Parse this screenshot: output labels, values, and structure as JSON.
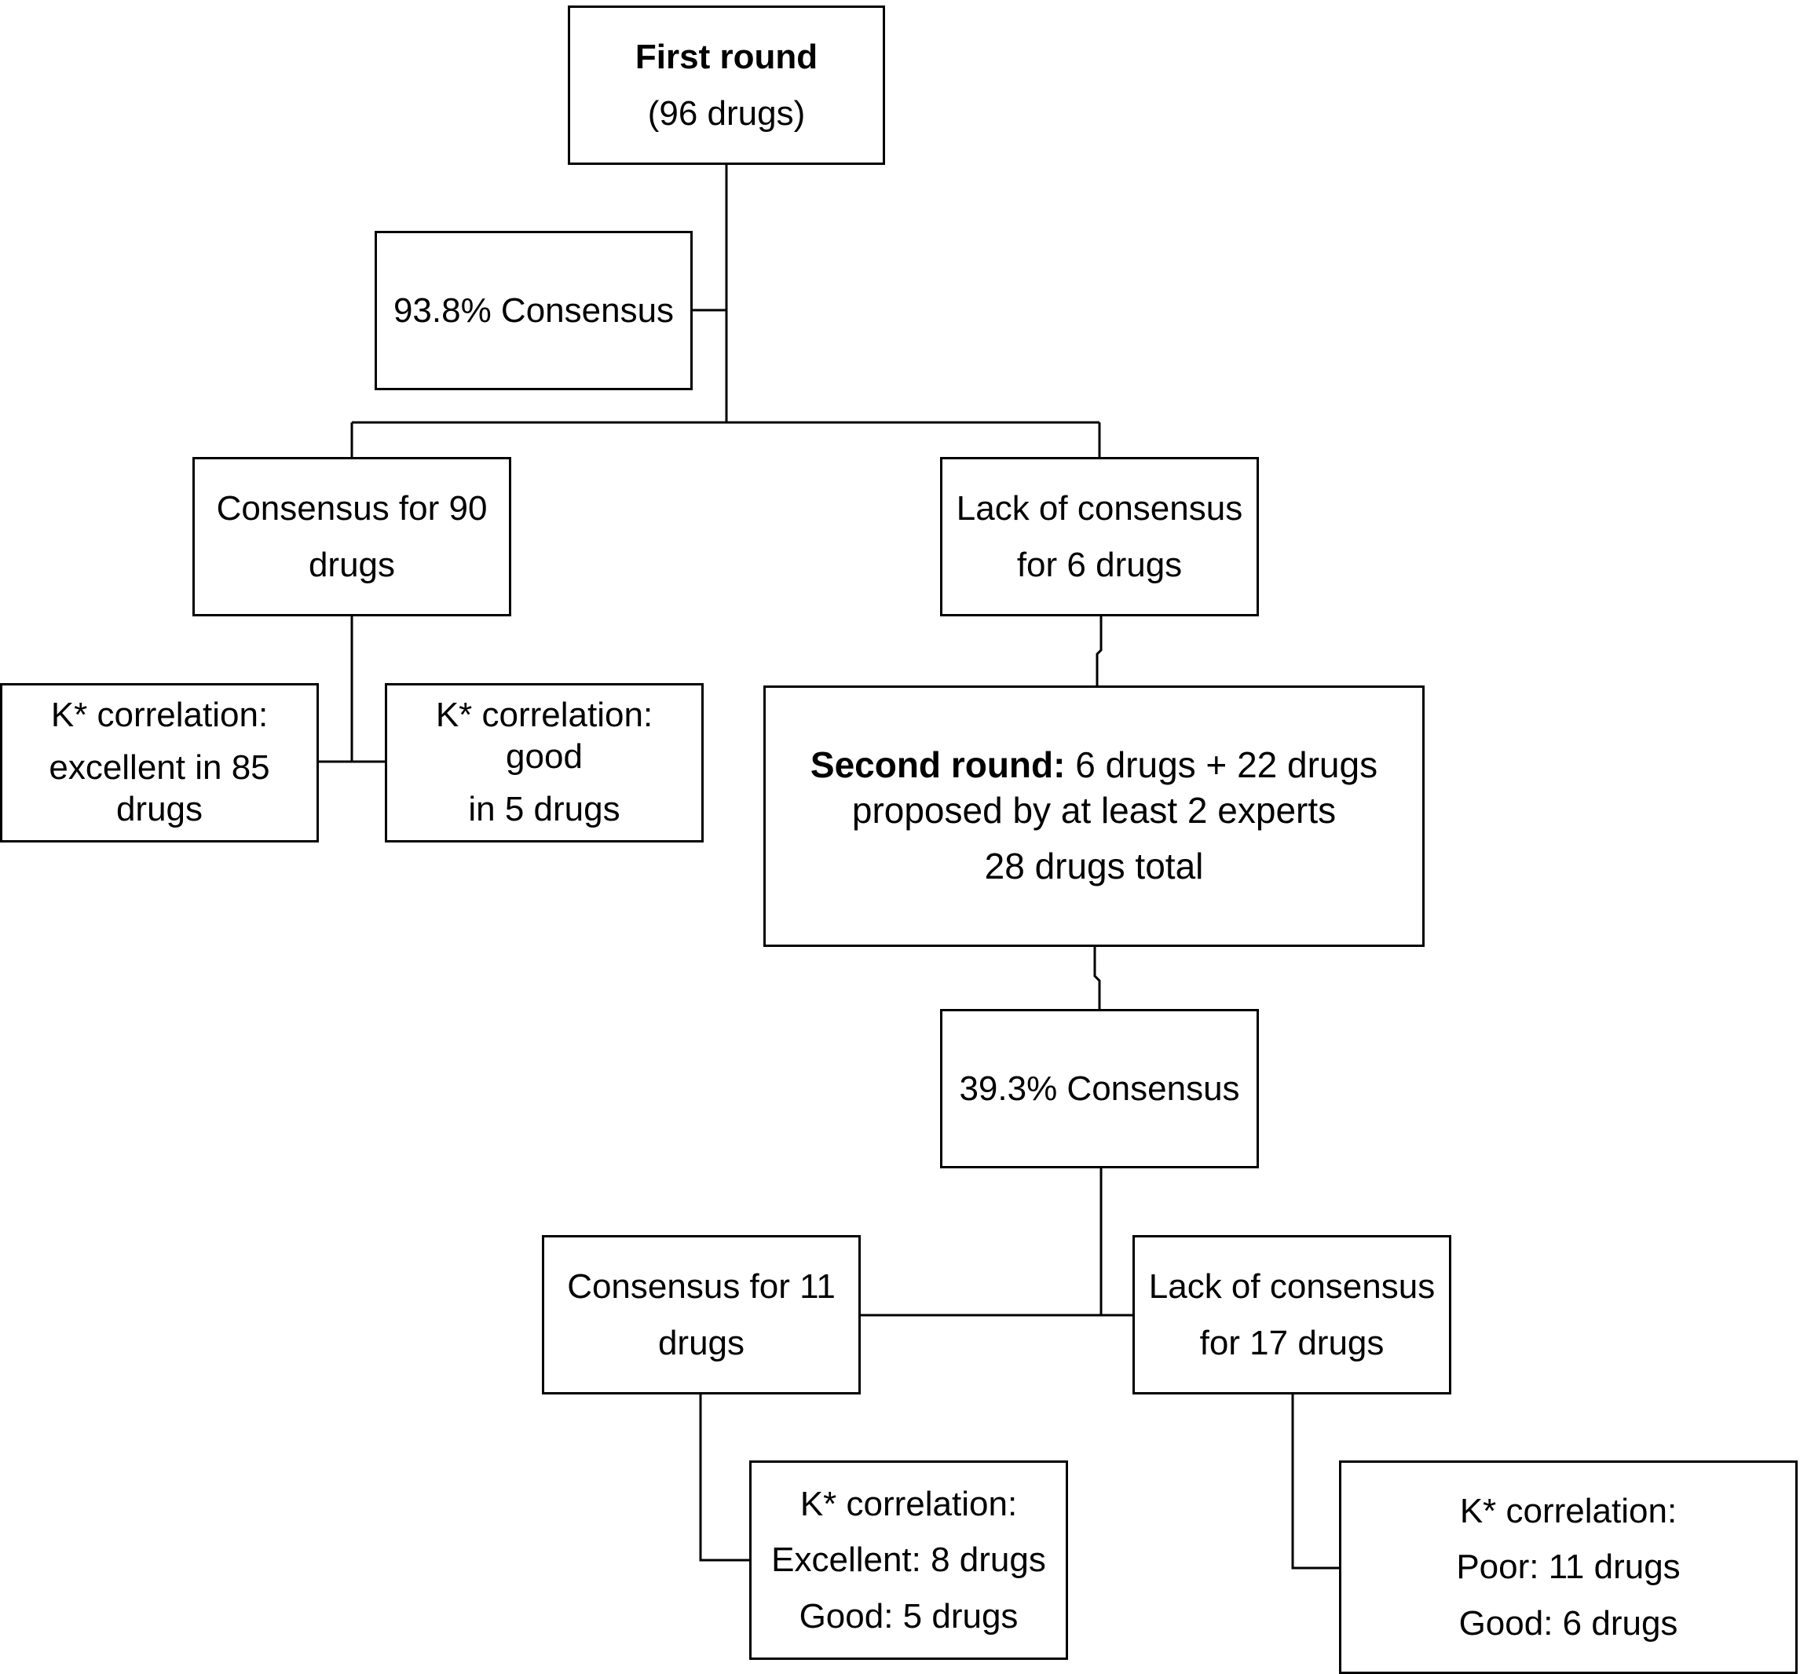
{
  "diagram": {
    "first_round": {
      "title": "First round",
      "subtitle": "(96 drugs)"
    },
    "first_consensus": {
      "text": "93.8% Consensus"
    },
    "consensus_90": {
      "line1": "Consensus for 90",
      "line2": "drugs"
    },
    "lack_6": {
      "line1": "Lack of consensus",
      "line2": "for 6 drugs"
    },
    "k_excellent_85": {
      "line1": "K* correlation:",
      "line2": "excellent in 85",
      "line3": "drugs"
    },
    "k_good_5": {
      "line1": "K* correlation:",
      "line2": "good",
      "line3": "in 5 drugs"
    },
    "second_round": {
      "bold_part": "Second round:",
      "rest_line1": " 6 drugs + 22 drugs",
      "line2": "proposed by at least 2 experts",
      "line3": "28 drugs total"
    },
    "second_consensus": {
      "text": "39.3% Consensus"
    },
    "consensus_11": {
      "line1": "Consensus for 11",
      "line2": "drugs"
    },
    "lack_17": {
      "line1": "Lack of consensus",
      "line2": "for 17 drugs"
    },
    "k_second_consensus": {
      "line1": "K* correlation:",
      "line2": "Excellent: 8 drugs",
      "line3": "Good: 5 drugs"
    },
    "k_second_lack": {
      "line1": "K* correlation:",
      "line2": "Poor: 11 drugs",
      "line3": "Good: 6 drugs"
    }
  }
}
